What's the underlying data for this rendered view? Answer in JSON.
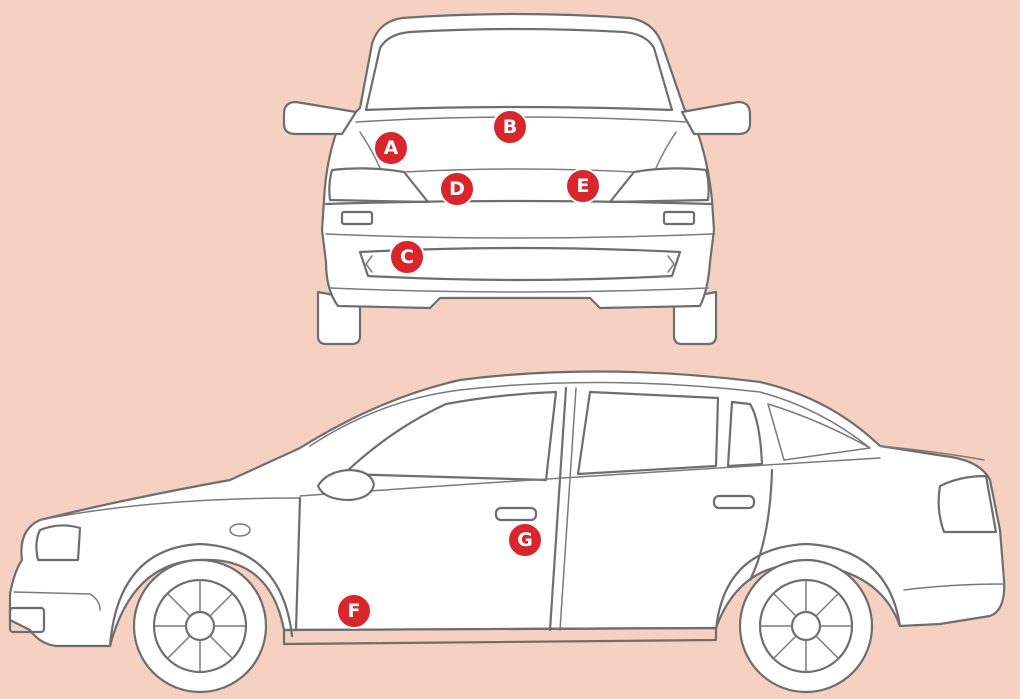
{
  "markers": {
    "a": "A",
    "b": "B",
    "c": "C",
    "d": "D",
    "e": "E",
    "f": "F",
    "g": "G"
  },
  "colors": {
    "background": "#f6d1c2",
    "marker_fill": "#d9262c",
    "car_body": "#ffffff",
    "car_outline": "#6e6e6e"
  }
}
